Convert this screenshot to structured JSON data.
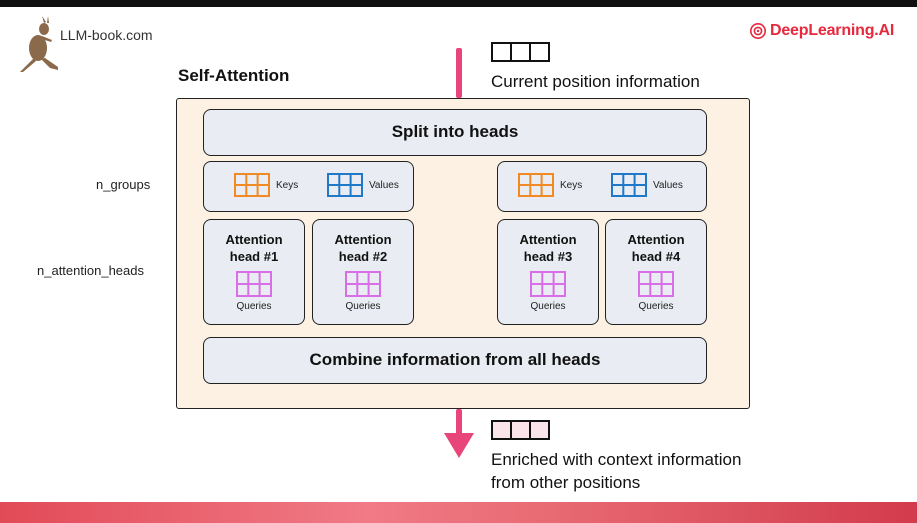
{
  "header": {
    "left_logo_text": "LLM-book.com",
    "right_logo_text": "DeepLearning.AI"
  },
  "diagram": {
    "title": "Self-Attention",
    "split_label": "Split into heads",
    "combine_label": "Combine information from all heads",
    "side_labels": {
      "groups": "n_groups",
      "heads": "n_attention_heads"
    },
    "groups": [
      {
        "keys_label": "Keys",
        "values_label": "Values"
      },
      {
        "keys_label": "Keys",
        "values_label": "Values"
      }
    ],
    "heads": [
      {
        "line1": "Attention",
        "line2": "head #1",
        "queries_label": "Queries"
      },
      {
        "line1": "Attention",
        "line2": "head #2",
        "queries_label": "Queries"
      },
      {
        "line1": "Attention",
        "line2": "head #3",
        "queries_label": "Queries"
      },
      {
        "line1": "Attention",
        "line2": "head #4",
        "queries_label": "Queries"
      }
    ],
    "input": {
      "text": "Current position information"
    },
    "output": {
      "line1": "Enriched with context information",
      "line2": "from other positions"
    }
  },
  "colors": {
    "keys": "#f08a24",
    "values": "#1f78c8",
    "queries": "#d96fe6",
    "arrow": "#e8457a",
    "frame_bg": "#fdf1e3",
    "box_bg": "#e9ecf2",
    "brand": "#e8283d"
  }
}
